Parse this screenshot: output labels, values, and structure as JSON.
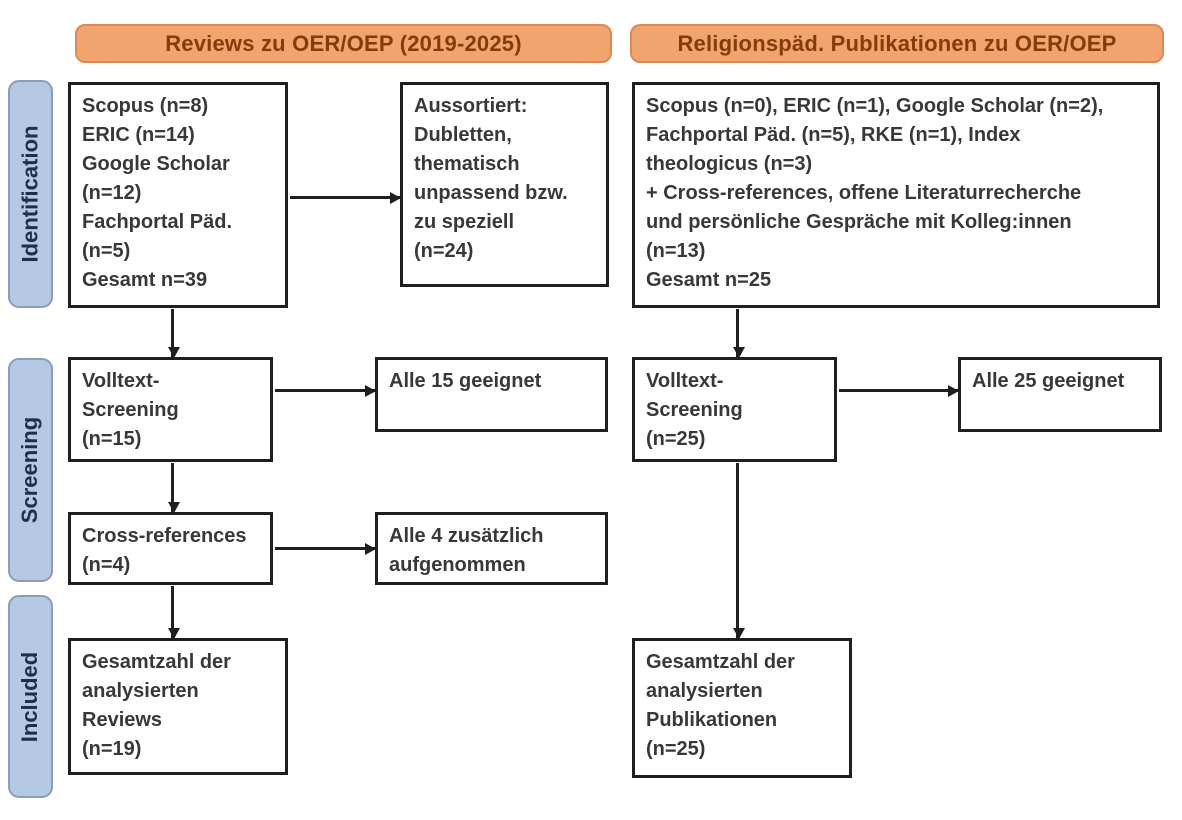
{
  "headers": {
    "left": "Reviews zu OER/OEP (2019-2025)",
    "right": "Religionspäd. Publikationen zu OER/OEP"
  },
  "stages": {
    "identification": "Identification",
    "screening": "Screening",
    "included": "Included"
  },
  "left_column": {
    "sources": "Scopus (n=8)\nERIC (n=14)\nGoogle Scholar\n(n=12)\nFachportal Päd.\n(n=5)\nGesamt n=39",
    "excluded": "Aussortiert:\nDubletten,\nthematisch\nunpassend bzw.\nzu speziell\n(n=24)",
    "fulltext_screening": "Volltext-\nScreening\n(n=15)",
    "fulltext_result": "Alle 15 geeignet",
    "cross_references": "Cross-references\n(n=4)",
    "cross_references_result": "Alle 4 zusätzlich\naufgenommen",
    "included_total": "Gesamtzahl der\nanalysierten\nReviews\n(n=19)"
  },
  "right_column": {
    "sources": "Scopus (n=0), ERIC (n=1), Google Scholar (n=2),\nFachportal Päd. (n=5), RKE (n=1), Index\ntheologicus (n=3)\n+ Cross-references, offene Literaturrecherche\nund persönliche Gespräche mit Kolleg:innen\n(n=13)\nGesamt n=25",
    "fulltext_screening": "Volltext-\nScreening\n(n=25)",
    "fulltext_result": "Alle 25 geeignet",
    "included_total": "Gesamtzahl der\nanalysierten\nPublikationen\n(n=25)"
  },
  "colors": {
    "header_fill": "#F2A46F",
    "header_border": "#DC8A55",
    "header_text": "#843C0C",
    "stage_fill": "#B5C9E4",
    "stage_border": "#8B9DB8",
    "stage_text": "#1E3048",
    "box_border": "#1F1F1F",
    "box_text": "#383838",
    "arrow": "#1F1F1F"
  }
}
